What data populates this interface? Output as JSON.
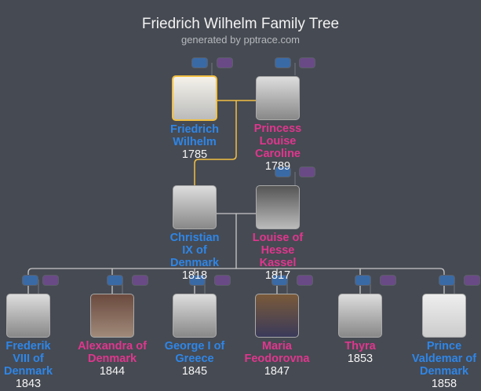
{
  "title": "Friedrich Wilhelm Family Tree",
  "subtitle": "generated by pptrace.com",
  "colors": {
    "background": "#464a52",
    "male": "#2e86e8",
    "female": "#e0368e",
    "highlight_line": "#f2c043",
    "line": "#c8c8c8"
  },
  "people": [
    {
      "name": "Friedrich Wilhelm",
      "year": "1785",
      "gender": "male",
      "selected": true
    },
    {
      "name": "Princess Louise Caroline",
      "year": "1789",
      "gender": "female"
    },
    {
      "name": "Christian IX of Denmark",
      "year": "1818",
      "gender": "male"
    },
    {
      "name": "Louise of Hesse Kassel",
      "year": "1817",
      "gender": "female"
    },
    {
      "name": "Frederik VIII of Denmark",
      "year": "1843",
      "gender": "male"
    },
    {
      "name": "Alexandra of Denmark",
      "year": "1844",
      "gender": "female"
    },
    {
      "name": "George I of Greece",
      "year": "1845",
      "gender": "male"
    },
    {
      "name": "Maria Feodorovna",
      "year": "1847",
      "gender": "female"
    },
    {
      "name": "Thyra",
      "year": "1853",
      "gender": "female"
    },
    {
      "name": "Prince Valdemar of Denmark",
      "year": "1858",
      "gender": "male"
    }
  ]
}
